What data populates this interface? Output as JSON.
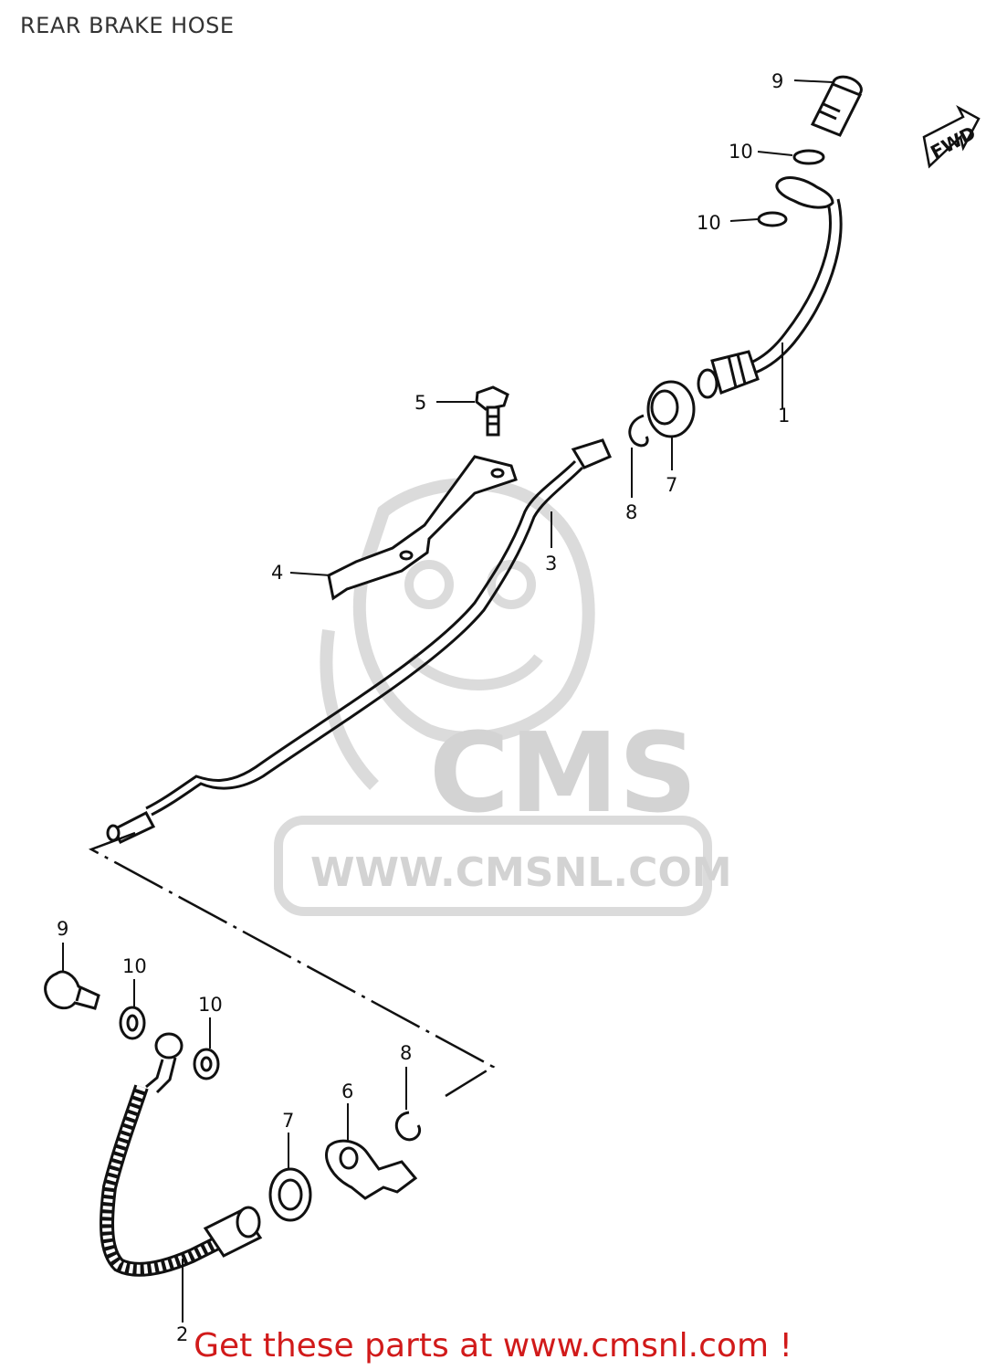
{
  "title": "REAR BRAKE HOSE",
  "footer": "Get these parts at www.cmsnl.com !",
  "watermark": {
    "brand": "CMS",
    "url": "WWW.CMSNL.COM"
  },
  "fwd_label": "FWD",
  "callouts": [
    "9",
    "10",
    "10",
    "1",
    "5",
    "7",
    "8",
    "3",
    "4",
    "9",
    "10",
    "10",
    "8",
    "6",
    "7",
    "2"
  ],
  "colors": {
    "line_art": "#111111",
    "footer": "#d11a1a",
    "watermark": "#cfcfcf"
  }
}
